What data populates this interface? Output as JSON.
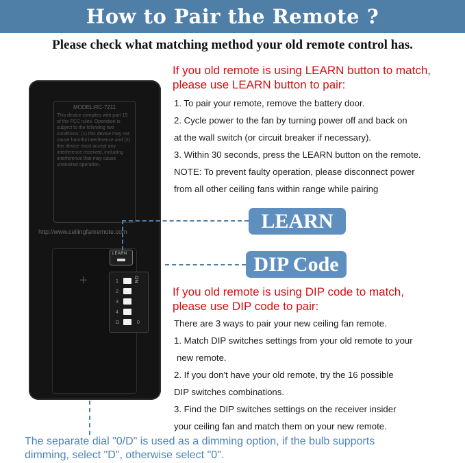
{
  "header": {
    "title": "How to Pair the Remote ?",
    "subtitle": "Please check what matching method your old remote control has."
  },
  "learn_section": {
    "heading_line1": "If you old remote is using LEARN button to match,",
    "heading_line2": "please use LEARN button to pair:",
    "steps": [
      "1. To pair your remote, remove the battery door.",
      "2. Cycle power to the fan by turning power off and back on",
      "at the wall switch (or circuit breaker if necessary).",
      "3. Within 30 seconds, press the LEARN button on the remote.",
      "NOTE: To prevent faulty operation, please disconnect power",
      "from all other ceiling fans within range while pairing"
    ],
    "pill_label": "LEARN"
  },
  "dip_section": {
    "pill_label": "DIP Code",
    "heading_line1": "If you old remote is using DIP code to match,",
    "heading_line2": "please use DIP code to pair:",
    "steps": [
      "There are 3 ways to pair your new ceiling fan remote.",
      "1. Match DIP switches settings from your old remote to your",
      "new remote.",
      "2. If you don't have your old remote, try the 16 possible",
      "DIP switches combinations.",
      "3. Find the DIP switches settings on the receiver insider",
      "your ceiling fan and match them on your new remote."
    ],
    "note_line1": "The separate dial \"0/D\" is used as a dimming option, if the bulb supports",
    "note_line2": "dimming, select \"D\", otherwise select \"0\"."
  },
  "remote": {
    "model": "MODEL:RC-7211",
    "compliance_text": "This device complies with part 15 of the FCC rules. Operation is subject to the following two conditions: (1) this device may not cause harmful interference and (2) this device must accept any interference received, including interference that may cause undesired operation.",
    "website": "http://www.ceilingfanremote.com",
    "learn_button_text": "LEARN",
    "dip_on_label": "ON",
    "dip_numbers": [
      "1",
      "2",
      "3",
      "4",
      "D"
    ],
    "dip_zero": "0"
  },
  "colors": {
    "banner": "#4f7ea7",
    "pill": "#5f8fbf",
    "red_heading": "#d30f0f",
    "note_blue": "#4c83b7"
  }
}
